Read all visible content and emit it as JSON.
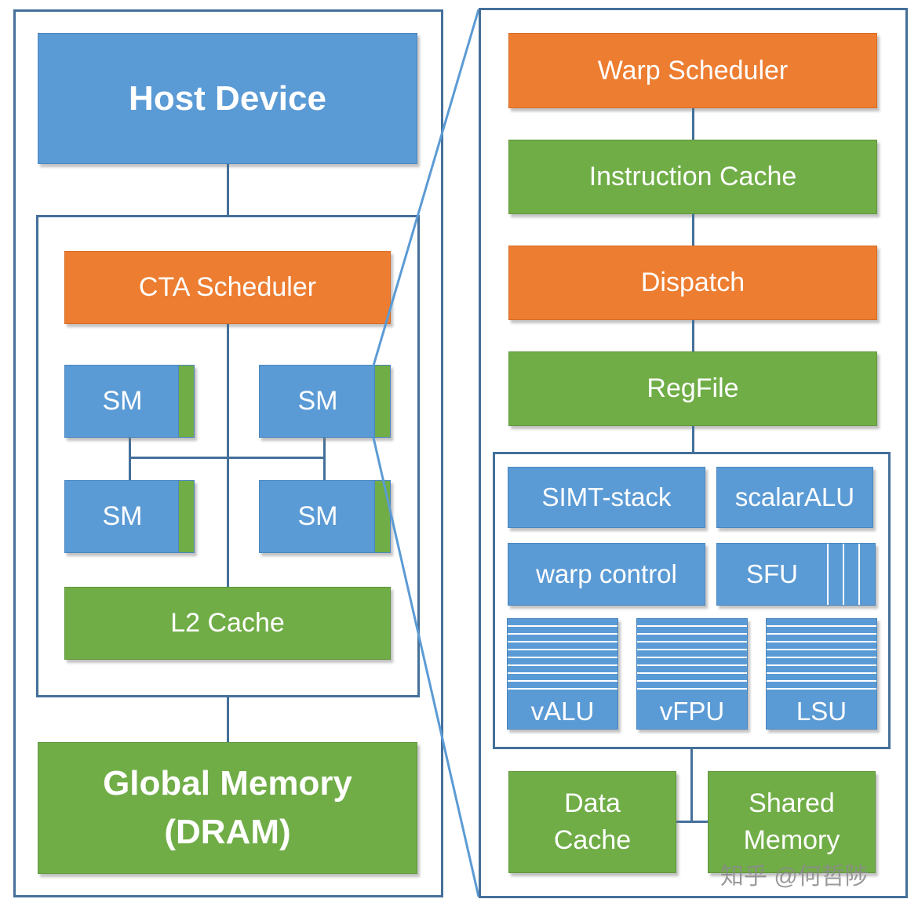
{
  "left": {
    "host_device": "Host Device",
    "cta_scheduler": "CTA Scheduler",
    "sm_label": "SM",
    "l2_cache": "L2 Cache",
    "global_memory_line1": "Global Memory",
    "global_memory_line2": "(DRAM)"
  },
  "right": {
    "warp_scheduler": "Warp Scheduler",
    "instruction_cache": "Instruction Cache",
    "dispatch": "Dispatch",
    "regfile": "RegFile",
    "simt_stack": "SIMT-stack",
    "scalar_alu": "scalarALU",
    "warp_control": "warp control",
    "sfu": "SFU",
    "valu": "vALU",
    "vfpu": "vFPU",
    "lsu": "LSU",
    "data_cache_line1": "Data",
    "data_cache_line2": "Cache",
    "shared_memory_line1": "Shared",
    "shared_memory_line2": "Memory"
  },
  "watermark": "知乎 @何哲陟",
  "colors": {
    "blue": "#5b9bd5",
    "orange": "#ed7d31",
    "green": "#70ad47",
    "frame": "#44709a"
  }
}
